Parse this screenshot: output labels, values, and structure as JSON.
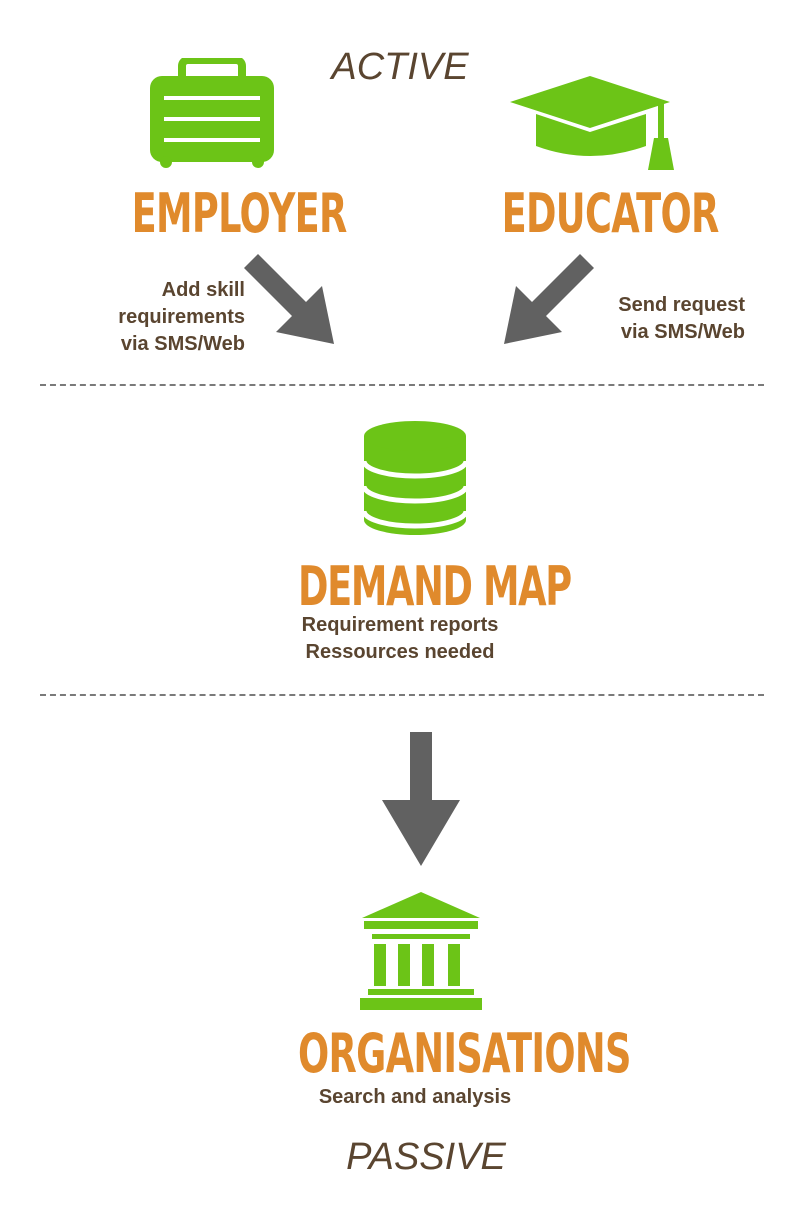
{
  "top_label": "ACTIVE",
  "bottom_label": "PASSIVE",
  "employer": {
    "title": "EMPLOYER",
    "note_lines": [
      "Add skill",
      "requirements",
      "via SMS/Web"
    ],
    "icon": "suitcase-icon"
  },
  "educator": {
    "title": "EDUCATOR",
    "note_lines": [
      "Send request",
      "via SMS/Web"
    ],
    "icon": "graduation-cap-icon"
  },
  "demand_map": {
    "title": "DEMAND MAP",
    "note_lines": [
      "Requirement reports",
      "Ressources needed"
    ],
    "icon": "database-icon"
  },
  "organisations": {
    "title": "ORGANISATIONS",
    "note_lines": [
      "Search and analysis"
    ],
    "icon": "institution-building-icon"
  },
  "colors": {
    "icon_green": "#6cc417",
    "heading_orange": "#e08a2c",
    "text_brown": "#5a4530",
    "arrow_gray": "#616161"
  }
}
